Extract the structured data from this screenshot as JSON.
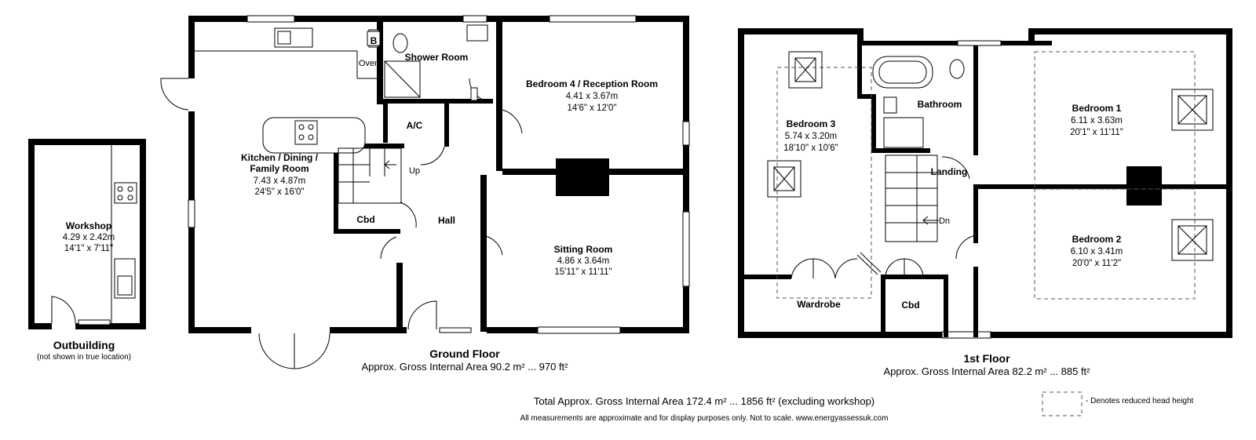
{
  "ground_floor": {
    "title": "Ground Floor",
    "area": "Approx. Gross Internal Area 90.2 m² ... 970 ft²",
    "rooms": {
      "kitchen": {
        "name_lines": [
          "Kitchen / Dining /",
          "Family Room"
        ],
        "metric": "7.43 x 4.87m",
        "imperial": "24'5\" x 16'0\""
      },
      "shower": {
        "name": "Shower Room"
      },
      "bedroom4": {
        "name": "Bedroom 4 / Reception Room",
        "metric": "4.41 x 3.67m",
        "imperial": "14'6\" x 12'0\""
      },
      "ac": {
        "name": "A/C"
      },
      "cbd": {
        "name": "Cbd"
      },
      "hall": {
        "name": "Hall"
      },
      "sitting": {
        "name": "Sitting Room",
        "metric": "4.86 x 3.64m",
        "imperial": "15'11\" x 11'11\""
      }
    },
    "labels": {
      "oven": "Oven",
      "boiler": "B",
      "up": "Up"
    }
  },
  "outbuilding": {
    "title": "Outbuilding",
    "note": "(not shown in true location)",
    "workshop": {
      "name": "Workshop",
      "metric": "4.29 x 2.42m",
      "imperial": "14'1\" x 7'11\""
    }
  },
  "first_floor": {
    "title": "1st Floor",
    "area": "Approx. Gross Internal Area 82.2 m² ... 885 ft²",
    "rooms": {
      "bedroom3": {
        "name": "Bedroom 3",
        "metric": "5.74 x 3.20m",
        "imperial": "18'10\" x 10'6\""
      },
      "bathroom": {
        "name": "Bathroom"
      },
      "landing": {
        "name": "Landing"
      },
      "bedroom1": {
        "name": "Bedroom 1",
        "metric": "6.11 x 3.63m",
        "imperial": "20'1\" x 11'11\""
      },
      "bedroom2": {
        "name": "Bedroom 2",
        "metric": "6.10 x 3.41m",
        "imperial": "20'0\" x 11'2\""
      },
      "wardrobe": {
        "name": "Wardrobe"
      },
      "cbd": {
        "name": "Cbd"
      }
    },
    "labels": {
      "dn": "Dn"
    }
  },
  "footer": {
    "total": "Total Approx. Gross Internal Area 172.4 m² ... 1856 ft² (excluding workshop)",
    "disclaimer": "All measurements are approximate and for display purposes only. Not to scale. www.energyassessuk.com"
  },
  "legend": {
    "text": "- Denotes reduced head height"
  }
}
